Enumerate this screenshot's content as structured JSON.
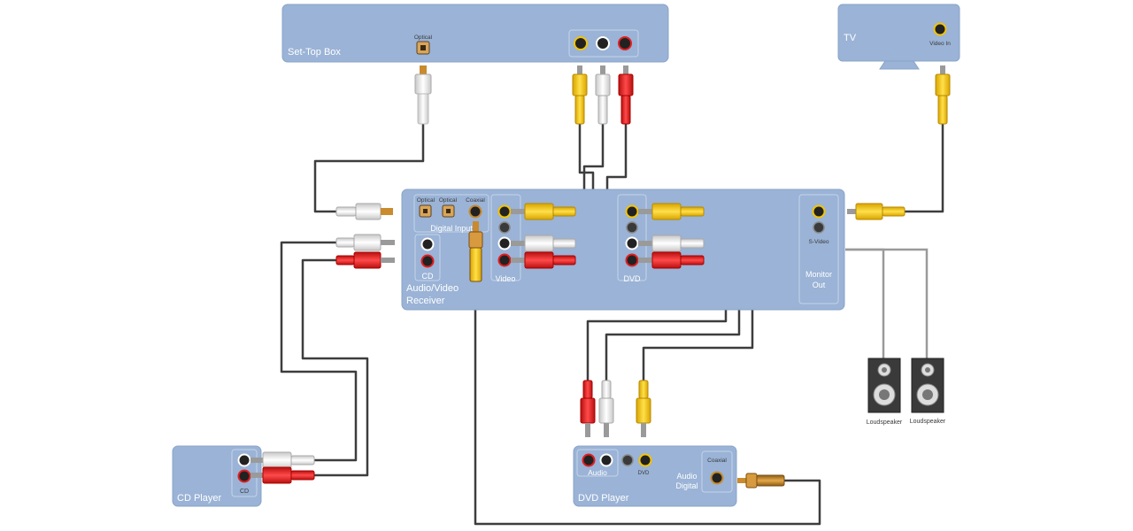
{
  "devices": {
    "settop": {
      "title": "Set-Top Box",
      "optical_label": "Optical"
    },
    "tv": {
      "title": "TV",
      "video_in_label": "Video In"
    },
    "receiver": {
      "title_line1": "Audio/Video",
      "title_line2": "Receiver",
      "optical1_label": "Optical",
      "optical2_label": "Optical",
      "coaxial_label": "Coaxial",
      "digital_input_label": "Digital Input",
      "cd_label": "CD",
      "video_label": "Video",
      "dvd_label": "DVD",
      "svideo_label": "S-Video",
      "monitor_out_line1": "Monitor",
      "monitor_out_line2": "Out"
    },
    "cd_player": {
      "title": "CD Player",
      "cd_label": "CD"
    },
    "dvd_player": {
      "title": "DVD Player",
      "audio_label": "Audio",
      "dvd_label": "DVD",
      "audio_digital_line1": "Audio",
      "audio_digital_line2": "Digital",
      "coaxial_label": "Coaxial"
    },
    "speakers": [
      {
        "label": "Loudspeaker"
      },
      {
        "label": "Loudspeaker"
      }
    ]
  },
  "colors": {
    "device_fill": "#9ab3d6",
    "wire": "#3d3d3d",
    "plug_yellow": "#f5c400",
    "plug_white": "#eeeeee",
    "plug_red": "#e02020",
    "plug_coax": "#c98b2e"
  }
}
